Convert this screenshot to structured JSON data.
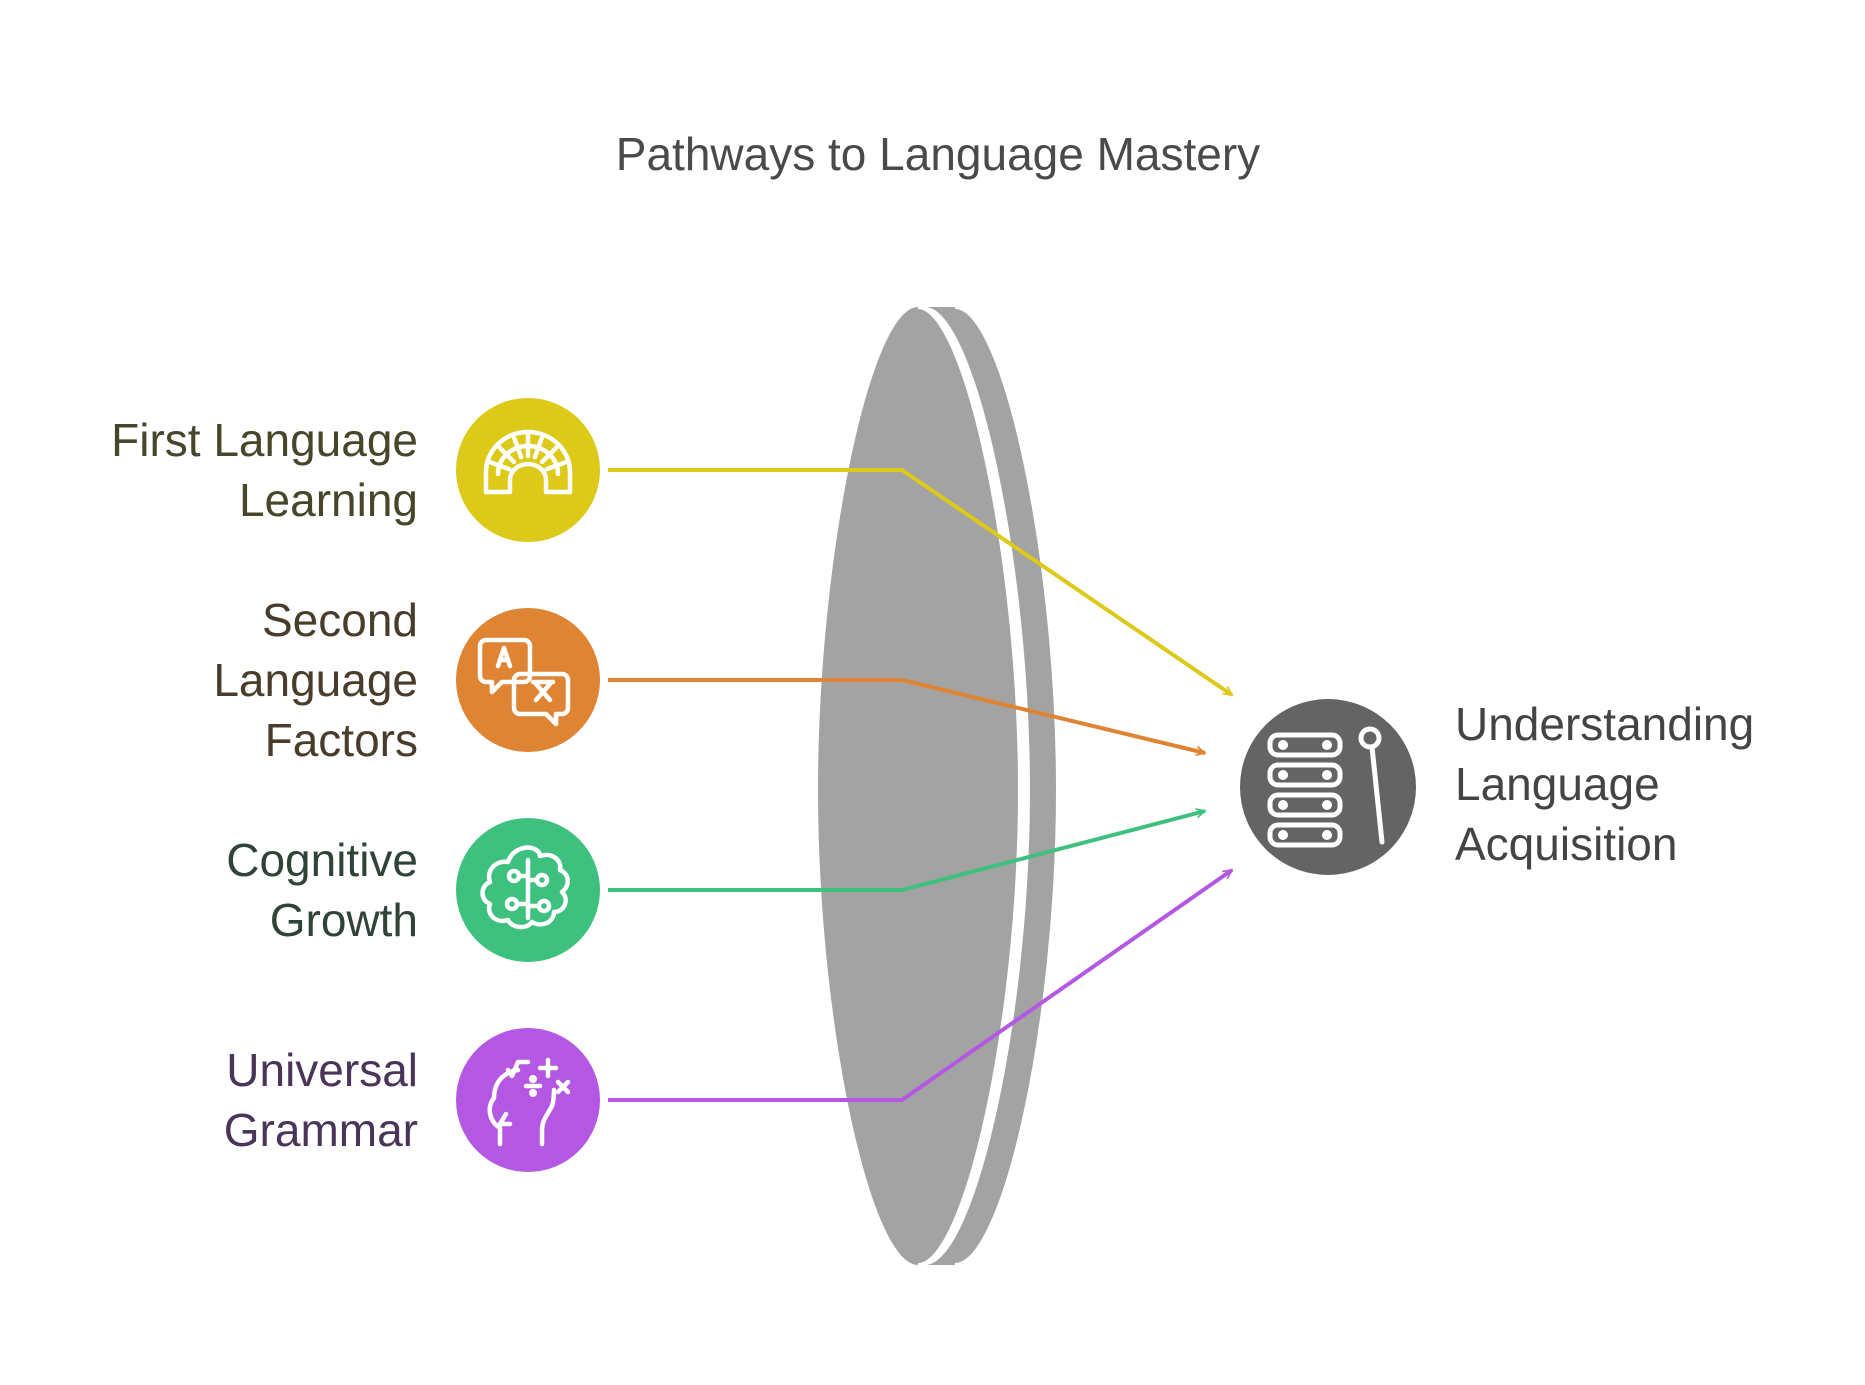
{
  "title": "Pathways to Language Mastery",
  "inputs": [
    {
      "label_lines": [
        "First Language",
        "Learning"
      ],
      "color": "#dcc918",
      "text_color": "#47452a",
      "icon": "arch-bridge-icon"
    },
    {
      "label_lines": [
        "Second",
        "Language",
        "Factors"
      ],
      "color": "#df8432",
      "text_color": "#4a3c2a",
      "icon": "translate-icon"
    },
    {
      "label_lines": [
        "Cognitive",
        "Growth"
      ],
      "color": "#3ec17e",
      "text_color": "#2f4437",
      "icon": "brain-icon"
    },
    {
      "label_lines": [
        "Universal",
        "Grammar"
      ],
      "color": "#b458e4",
      "text_color": "#4a3459",
      "icon": "head-math-icon"
    }
  ],
  "output": {
    "label_lines": [
      "Understanding",
      "Language",
      "Acquisition"
    ],
    "color": "#646464",
    "icon": "xylophone-icon"
  },
  "lens_color": "#a3a3a3"
}
